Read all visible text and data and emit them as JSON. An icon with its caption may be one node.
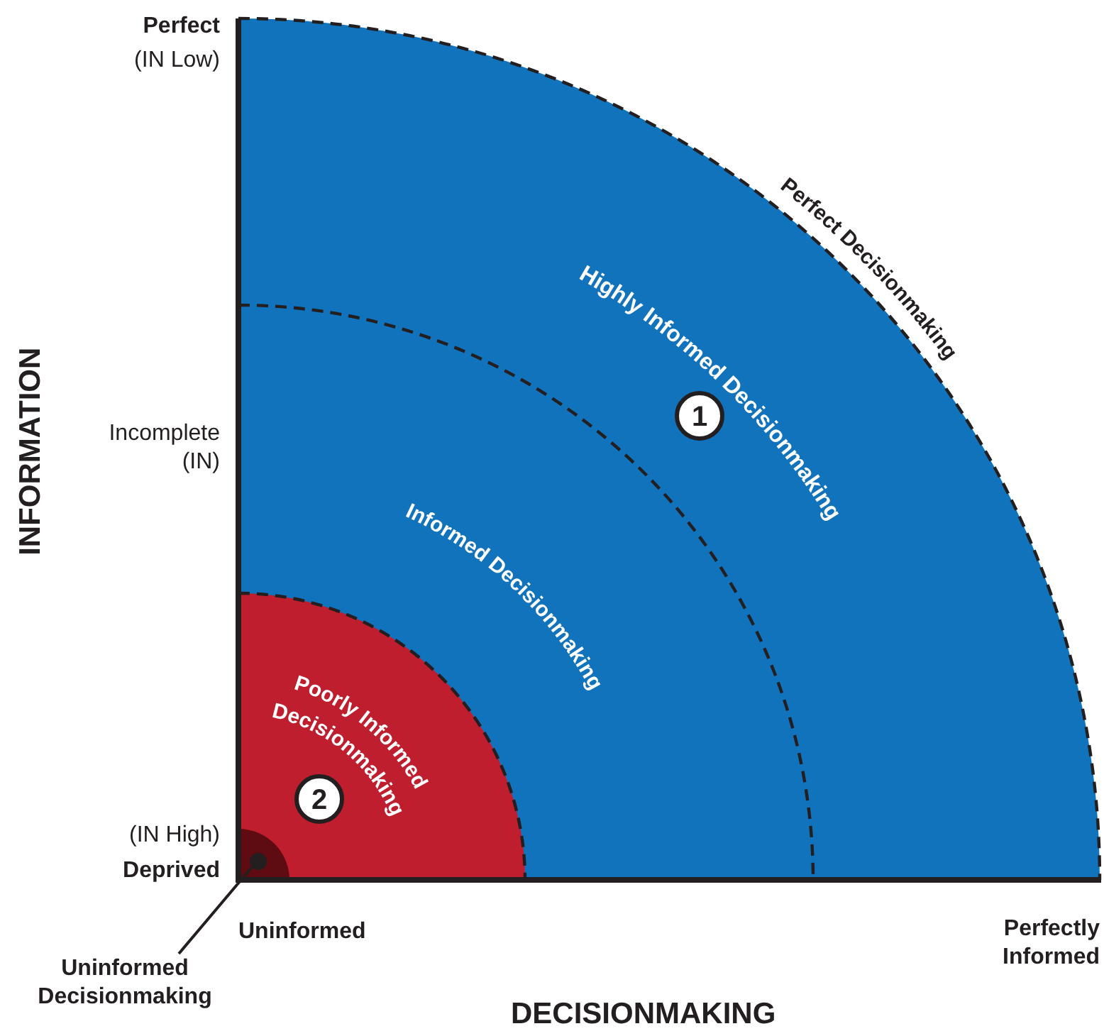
{
  "diagram": {
    "nodes": [
      {
        "text": [
          "Uninformed Decisionmaking"
        ]
      },
      {
        "text": [],
        "shape": "circle"
      }
    ],
    "edges": [
      {
        "from": 0,
        "to": 1,
        "arrow": "none"
      }
    ],
    "labels": [
      "Perfect",
      "(IN Low)",
      "Perfect Decisionmaking",
      "Highly Informed Decisionmaking",
      "1",
      "INFORMATION",
      "Incomplete (IN)",
      "Informed Decisionmaking",
      "Poorly Informed Decisionmaking",
      "2",
      "(IN High)",
      "Deprived",
      "Uninformed",
      "Perfectly Informed",
      "DECISIONMAKING"
    ]
  }
}
